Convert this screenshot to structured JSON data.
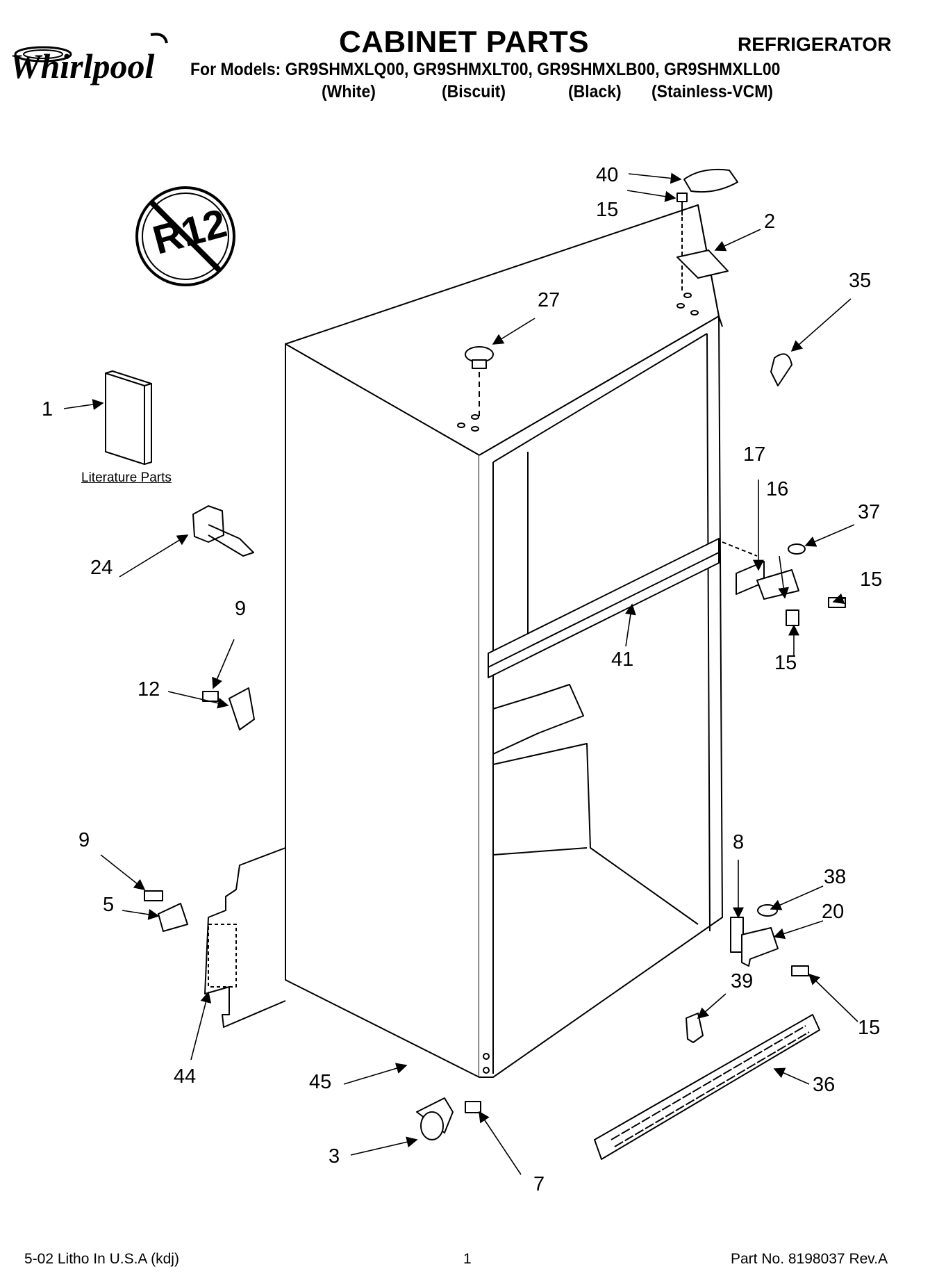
{
  "header": {
    "brand": "Whirlpool",
    "title": "CABINET PARTS",
    "category": "REFRIGERATOR",
    "models_line": "For Models: GR9SHMXLQ00, GR9SHMXLT00, GR9SHMXLB00, GR9SHMXLL00",
    "colors": [
      "(White)",
      "(Biscuit)",
      "(Black)",
      "(Stainless-VCM)"
    ]
  },
  "symbol": {
    "text": "R12"
  },
  "literature_label": "Literature Parts",
  "callouts": [
    "40",
    "15",
    "2",
    "35",
    "27",
    "1",
    "17",
    "16",
    "37",
    "15",
    "24",
    "41",
    "15",
    "9",
    "12",
    "9",
    "8",
    "38",
    "20",
    "5",
    "39",
    "15",
    "44",
    "45",
    "36",
    "3",
    "7"
  ],
  "footer": {
    "left": "5-02 Litho In U.S.A (kdj)",
    "center": "1",
    "right": "Part No. 8198037 Rev.A"
  }
}
